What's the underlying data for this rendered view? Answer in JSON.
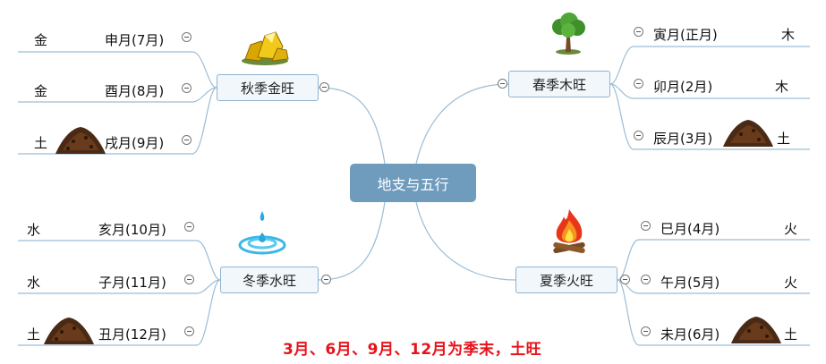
{
  "center": {
    "label": "地支与五行"
  },
  "branches": {
    "autumn": {
      "label": "秋季金旺",
      "months": [
        {
          "element": "金",
          "month": "申月(7月)"
        },
        {
          "element": "金",
          "month": "酉月(8月)"
        },
        {
          "element": "土",
          "month": "戌月(9月)"
        }
      ]
    },
    "spring": {
      "label": "春季木旺",
      "months": [
        {
          "month": "寅月(正月)",
          "element": "木"
        },
        {
          "month": "卯月(2月)",
          "element": "木"
        },
        {
          "month": "辰月(3月)",
          "element": "土"
        }
      ]
    },
    "winter": {
      "label": "冬季水旺",
      "months": [
        {
          "element": "水",
          "month": "亥月(10月)"
        },
        {
          "element": "水",
          "month": "子月(11月)"
        },
        {
          "element": "土",
          "month": "丑月(12月)"
        }
      ]
    },
    "summer": {
      "label": "夏季火旺",
      "months": [
        {
          "month": "巳月(4月)",
          "element": "火"
        },
        {
          "month": "午月(5月)",
          "element": "火"
        },
        {
          "month": "未月(6月)",
          "element": "土"
        }
      ]
    }
  },
  "note": "3月、6月、9月、12月为季末，土旺",
  "icons": [
    "gold-ore-icon",
    "tree-icon",
    "water-drop-icon",
    "fire-icon",
    "soil-pile-icon"
  ],
  "colors": {
    "center": "#6f9bbd",
    "node_border": "#8fb3cf",
    "node_fill": "#f2f7fb",
    "line": "#9bbdd6",
    "note": "#e8121b"
  }
}
